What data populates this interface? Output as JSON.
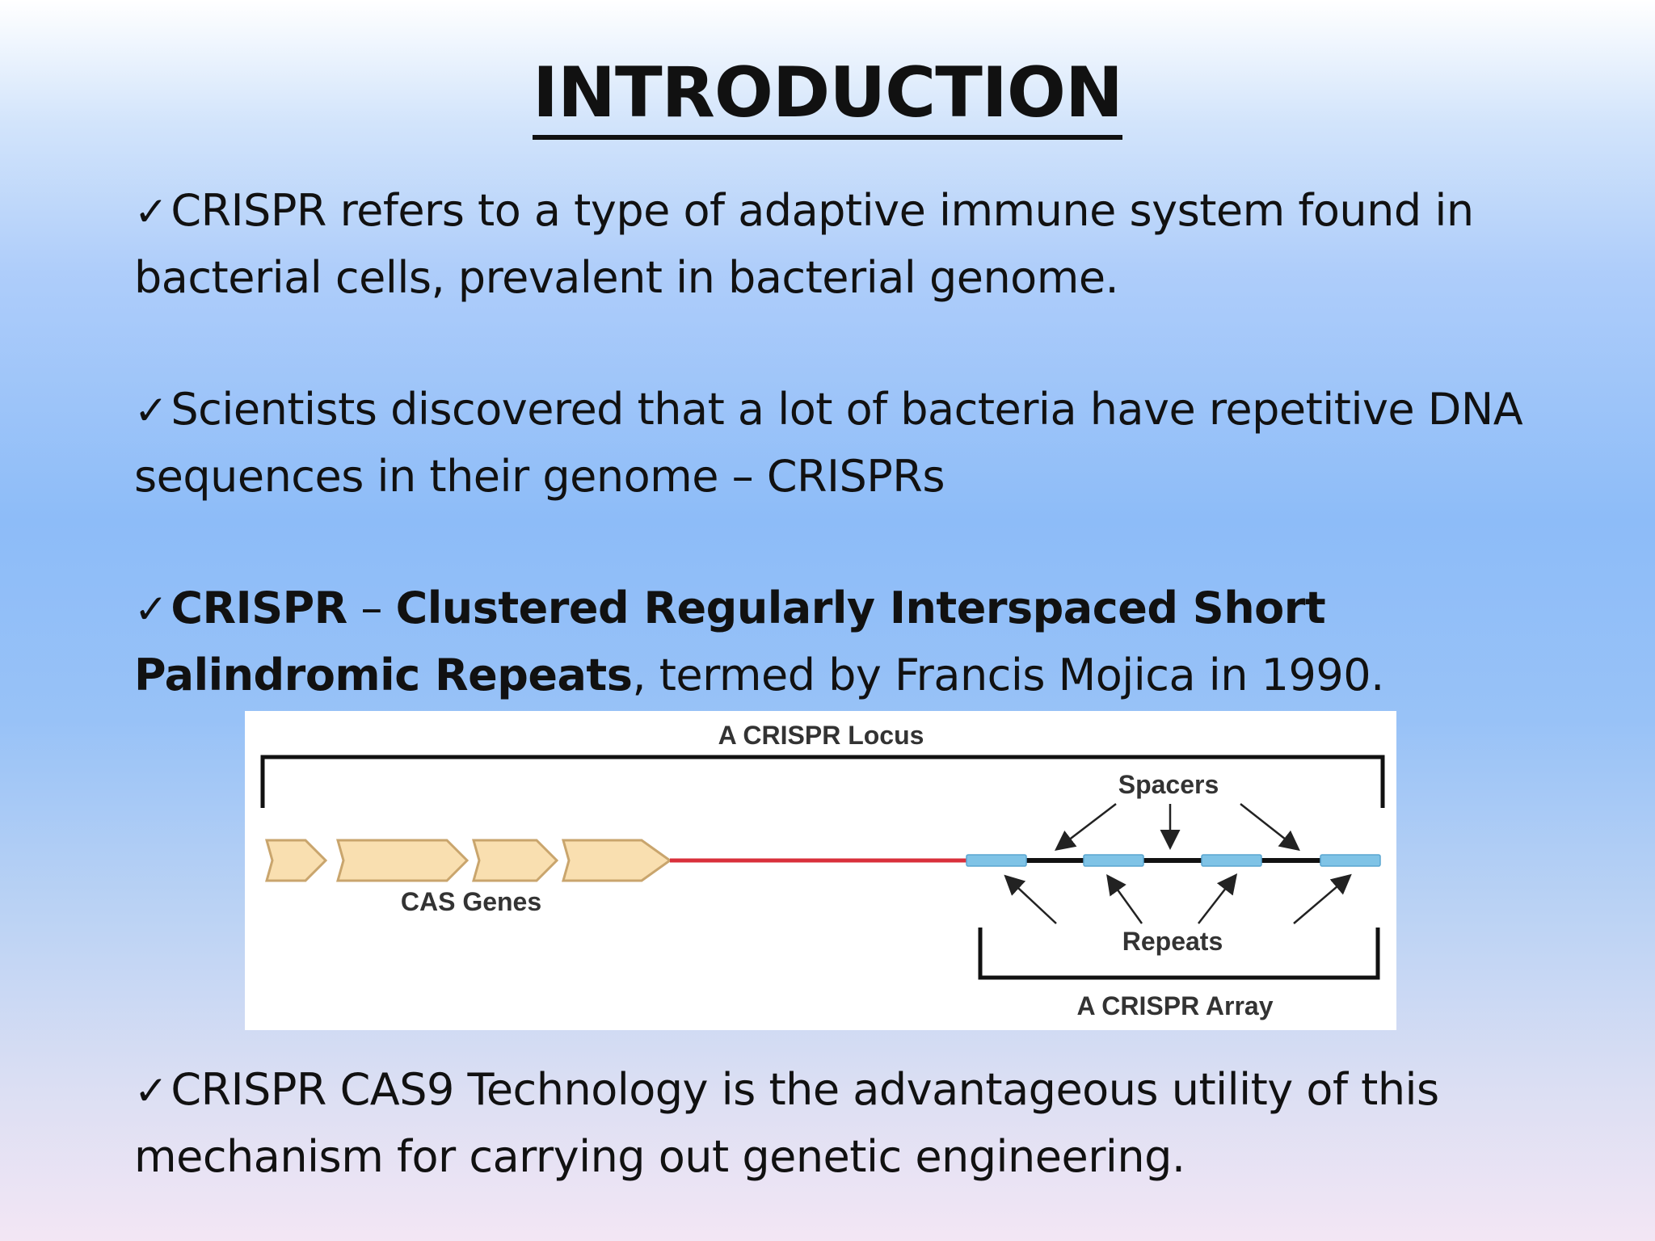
{
  "slide": {
    "title": "INTRODUCTION",
    "check_glyph": "✓",
    "bullets": [
      {
        "text": "CRISPR refers to a type of adaptive immune system found in bacterial cells, prevalent in bacterial genome."
      },
      {
        "text": "Scientists discovered that a lot of bacteria have repetitive DNA sequences in their genome – CRISPRs"
      },
      {
        "bold_1": "CRISPR",
        "sep": " – ",
        "bold_2": "Clustered Regularly Interspaced Short Palindromic Repeats",
        "rest": ", termed by Francis Mojica in 1990."
      },
      {
        "text": "CRISPR CAS9 Technology is the advantageous utility of this mechanism for carrying out genetic engineering."
      }
    ]
  },
  "diagram": {
    "locus_label": "A CRISPR Locus",
    "spacers_label": "Spacers",
    "cas_genes_label": "CAS Genes",
    "repeats_label": "Repeats",
    "array_label": "A CRISPR Array",
    "colors": {
      "gene_fill": "#f9dfb0",
      "gene_stroke": "#c9a56d",
      "leader_line": "#d9303b",
      "repeat_fill": "#7fc3e6",
      "backbone": "#111111"
    }
  }
}
